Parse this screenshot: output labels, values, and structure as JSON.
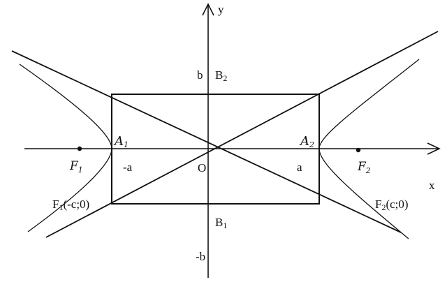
{
  "diagram": {
    "labels": {
      "y_axis": "y",
      "x_axis": "x",
      "origin": "O",
      "b": "b",
      "B2": "B",
      "B2_sub": "2",
      "B1": "B",
      "B1_sub": "1",
      "minus_b": "-b",
      "minus_a": "-a",
      "a": "a",
      "A1": "A",
      "A1_sub": "1",
      "A2": "A",
      "A2_sub": "2",
      "F1": "F",
      "F1_sub": "1",
      "F2": "F",
      "F2_sub": "2",
      "F1_coord_main": "F",
      "F1_coord_sub": "1",
      "F1_coord_rest": "(-c;0)",
      "F2_coord_main": "F",
      "F2_coord_sub": "2",
      "F2_coord_rest": "(c;0)"
    },
    "colors": {
      "ink": "#111111",
      "background": "#ffffff"
    }
  }
}
